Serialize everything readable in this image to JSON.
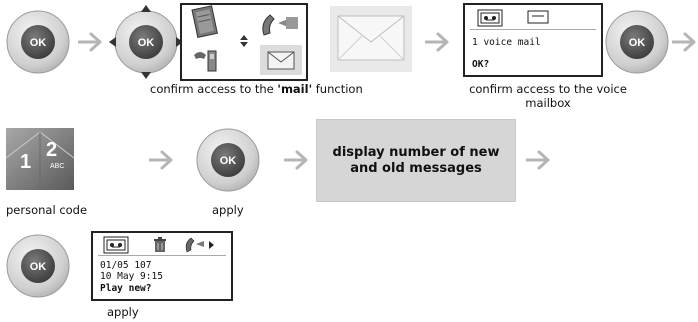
{
  "ok_label": "OK",
  "step1": {
    "caption_before": "confirm access to the ",
    "caption_bold": "'mail'",
    "caption_after": " function"
  },
  "step2": {
    "line1": "1 voice mail",
    "line2": "OK?",
    "caption_line1": "confirm access to the voice",
    "caption_line2": "mailbox"
  },
  "step3": {
    "key1": "1",
    "key2": "2",
    "key2_letters": "ABC",
    "caption_code": "personal code",
    "caption_apply": "apply",
    "message_line1": "display number of new",
    "message_line2": "and old messages"
  },
  "step4": {
    "line1": "01/05 107",
    "line2": "10 May 9:15",
    "line3": "Play new?",
    "caption": "apply"
  }
}
